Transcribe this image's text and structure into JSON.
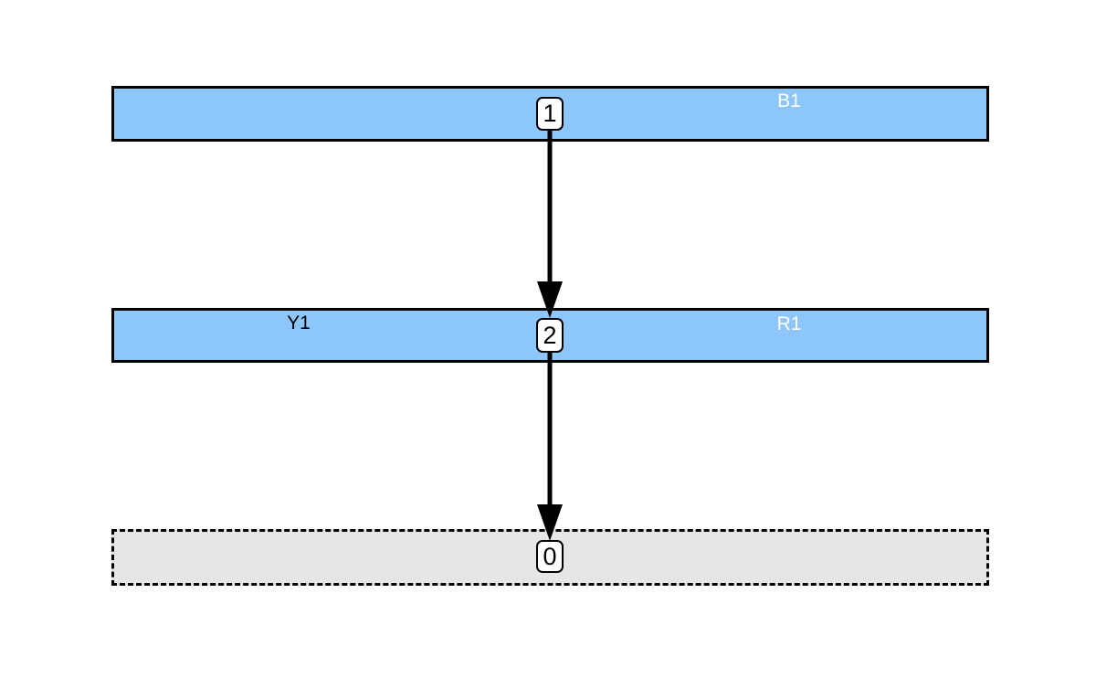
{
  "diagram": {
    "type": "layered-bars-flow",
    "background": "#ffffff",
    "colors": {
      "active_bar_fill": "#8cc6fa",
      "inactive_bar_fill": "#e6e6e6",
      "stroke": "#000000",
      "badge_fill": "#ffffff",
      "label_light": "#ffffff",
      "label_dark": "#000000"
    },
    "bars": [
      {
        "position": "top",
        "fill": "active",
        "border": "solid",
        "badge": "1",
        "labels": [
          {
            "text": "B1",
            "tone": "light"
          }
        ]
      },
      {
        "position": "middle",
        "fill": "active",
        "border": "solid",
        "badge": "2",
        "labels": [
          {
            "text": "Y1",
            "tone": "dark"
          },
          {
            "text": "R1",
            "tone": "light"
          }
        ]
      },
      {
        "position": "bottom",
        "fill": "inactive",
        "border": "dashed",
        "badge": "0",
        "labels": []
      }
    ],
    "edges": [
      {
        "from": "1",
        "to": "2"
      },
      {
        "from": "2",
        "to": "0"
      }
    ]
  }
}
